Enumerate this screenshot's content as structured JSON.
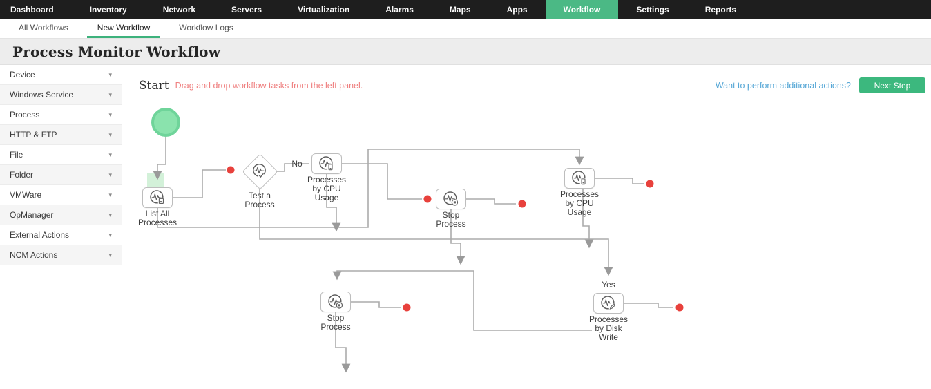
{
  "nav": {
    "items": [
      "Dashboard",
      "Inventory",
      "Network",
      "Servers",
      "Virtualization",
      "Alarms",
      "Maps",
      "Apps",
      "Workflow",
      "Settings",
      "Reports"
    ],
    "active": "Workflow"
  },
  "subtabs": {
    "items": [
      "All Workflows",
      "New Workflow",
      "Workflow Logs"
    ],
    "active": "New Workflow"
  },
  "page": {
    "title": "Process Monitor Workflow"
  },
  "sidebar": {
    "items": [
      "Device",
      "Windows Service",
      "Process",
      "HTTP & FTP",
      "File",
      "Folder",
      "VMWare",
      "OpManager",
      "External Actions",
      "NCM Actions"
    ]
  },
  "canvas": {
    "start_label": "Start",
    "hint": "Drag and drop workflow tasks from the left panel.",
    "actions_link": "Want to perform additional actions?",
    "next_step_button": "Next Step",
    "branch_labels": {
      "no": "No",
      "yes": "Yes"
    },
    "nodes": {
      "list_all": {
        "label": "List All Processes",
        "type": "task"
      },
      "test_process": {
        "label": "Test a Process",
        "type": "decision"
      },
      "cpu_usage_1": {
        "label": "Processes by CPU Usage",
        "type": "task"
      },
      "stop_process_1": {
        "label": "Stop Process",
        "type": "task"
      },
      "cpu_usage_2": {
        "label": "Processes by CPU Usage",
        "type": "task"
      },
      "stop_process_2": {
        "label": "Stop Process",
        "type": "task"
      },
      "disk_write": {
        "label": "Processes by Disk Write",
        "type": "task"
      }
    }
  },
  "colors": {
    "nav_active_green": "#4bb985",
    "button_green": "#3cb87e",
    "tab_underline_green": "#3db27c",
    "link_blue": "#56a7d6",
    "hint_red": "#ef8080",
    "endpoint_red": "#e8413c",
    "wire_gray": "#ababab",
    "start_circle_green": "#8ae3ad"
  }
}
